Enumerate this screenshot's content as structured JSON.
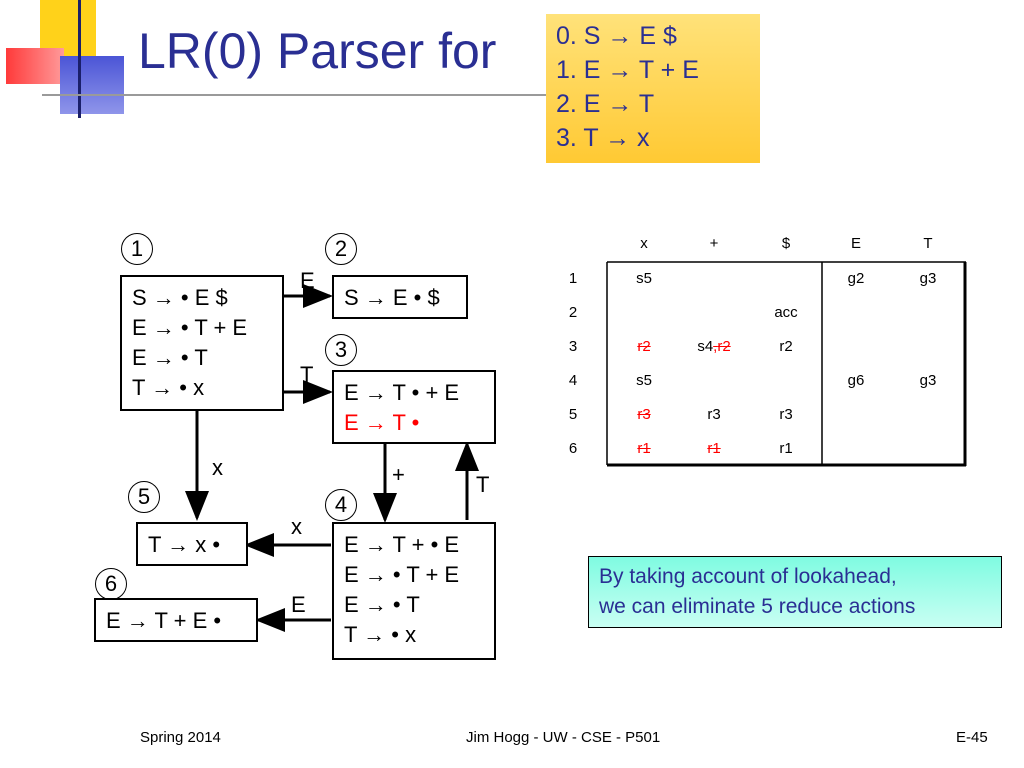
{
  "title": "LR(0) Parser for",
  "grammar": [
    "0.  S → E $",
    "1.  E → T + E",
    "2.  E → T",
    "3.  T → x"
  ],
  "states": {
    "s1": {
      "number": "1",
      "items": [
        "S → • E $",
        "E → • T + E",
        "E → • T",
        "T → • x"
      ]
    },
    "s2": {
      "number": "2",
      "items": [
        "S → E • $"
      ]
    },
    "s3": {
      "number": "3",
      "items": [
        "E → T • + E",
        "E → T •"
      ]
    },
    "s4": {
      "number": "4",
      "items": [
        "E → T + • E",
        "E → • T + E",
        "E → • T",
        "T → • x"
      ]
    },
    "s5": {
      "number": "5",
      "items": [
        "T → x •"
      ]
    },
    "s6": {
      "number": "6",
      "items": [
        "E → T + E •"
      ]
    }
  },
  "transitions": {
    "e_1_2": "E",
    "t_1_3": "T",
    "x_1_5": "x",
    "plus_3_4": "+",
    "t_4_3": "T",
    "x_4_5": "x",
    "e_4_6": "E"
  },
  "table": {
    "headers": [
      "x",
      "+",
      "$",
      "E",
      "T"
    ],
    "row_labels": [
      "1",
      "2",
      "3",
      "4",
      "5",
      "6"
    ],
    "cells": {
      "r1": {
        "x": "s5",
        "E": "g2",
        "T": "g3"
      },
      "r2": {
        "dollar": "acc"
      },
      "r3": {
        "x": "r2",
        "plus_shift": "s4",
        "plus_sep": ",",
        "plus_reduce": "r2",
        "dollar": "r2"
      },
      "r4": {
        "x": "s5",
        "E": "g6",
        "T": "g3"
      },
      "r5": {
        "x": "r3",
        "plus": "r3",
        "dollar": "r3"
      },
      "r6": {
        "x": "r1",
        "plus": "r1",
        "dollar": "r1"
      }
    }
  },
  "note": [
    "By taking account of lookahead,",
    "we can eliminate 5 reduce actions"
  ],
  "footer": {
    "left": "Spring 2014",
    "center": "Jim Hogg - UW - CSE - P501",
    "right": "E-45"
  },
  "colors": {
    "title": "#2a2f93",
    "grammar_bg": "#ffd24a",
    "note_bg": "#7ffbe1",
    "red": "#ff0000"
  }
}
